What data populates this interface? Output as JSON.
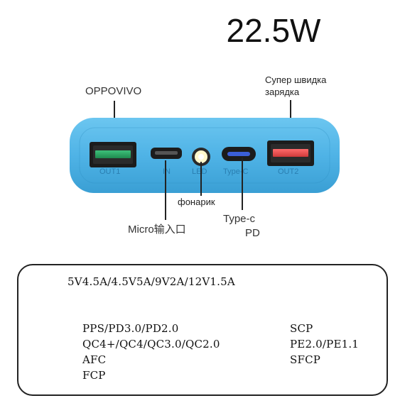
{
  "title": "22.5W",
  "labels": {
    "oppovivo": "OPPOVIVO",
    "super_fast_line1": "Супер швидка",
    "super_fast_line2": "зарядка",
    "flashlight": "фонарик",
    "micro_input": "Micro输入口",
    "typec_line1": "Type-c",
    "typec_line2": "PD"
  },
  "ports": {
    "out1": "OUT1",
    "in": "IN",
    "led": "LED",
    "typec": "Type-C",
    "out2": "OUT2"
  },
  "specs": {
    "output": "5V4.5A/4.5V5A/9V2A/12V1.5A",
    "left": [
      "PPS/PD3.0/PD2.0",
      "QC4+/QC4/QC3.0/QC2.0",
      "AFC",
      "FCP"
    ],
    "right": [
      "SCP",
      "PE2.0/PE1.1",
      "SFCP"
    ]
  },
  "colors": {
    "body": "#4fb3e6",
    "usb_green": "#2fa866",
    "usb_red": "#e85050"
  }
}
